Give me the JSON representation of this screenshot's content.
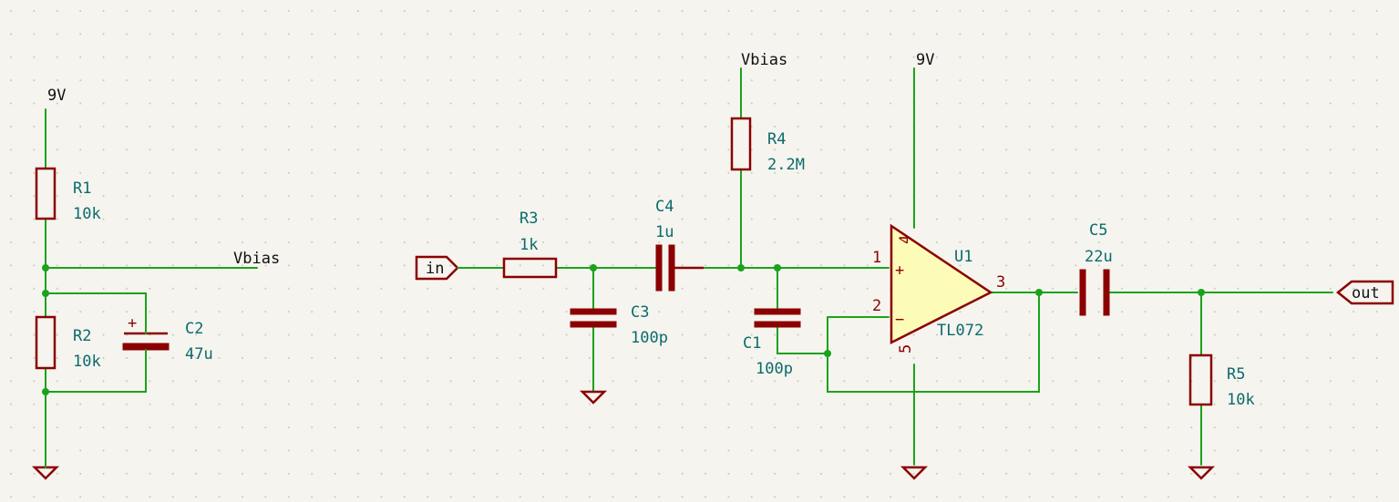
{
  "colors": {
    "background": "#f5f4ef",
    "grid_dot": "#c9c6ba",
    "wire": "#1aa31a",
    "symbol": "#8b0000",
    "opamp_fill": "#fdfbb8",
    "ref_text": "#0b6b6b",
    "net_text": "#111111",
    "pin_text": "#8b0000"
  },
  "power": {
    "left_9v": "9V",
    "top_vbias": "Vbias",
    "top_9v": "9V",
    "vbias_label": "Vbias"
  },
  "components": {
    "r1": {
      "ref": "R1",
      "value": "10k"
    },
    "r2": {
      "ref": "R2",
      "value": "10k"
    },
    "c2": {
      "ref": "C2",
      "value": "47u",
      "polarity": "+"
    },
    "r3": {
      "ref": "R3",
      "value": "1k"
    },
    "c3": {
      "ref": "C3",
      "value": "100p"
    },
    "c4": {
      "ref": "C4",
      "value": "1u"
    },
    "r4": {
      "ref": "R4",
      "value": "2.2M"
    },
    "c1": {
      "ref": "C1",
      "value": "100p"
    },
    "u1": {
      "ref": "U1",
      "value": "TL072",
      "plus": "+",
      "minus": "−"
    },
    "c5": {
      "ref": "C5",
      "value": "22u"
    },
    "r5": {
      "ref": "R5",
      "value": "10k"
    }
  },
  "pins": {
    "p1": "1",
    "p2": "2",
    "p3": "3",
    "p4": "4",
    "p5": "5"
  },
  "ports": {
    "input": "in",
    "output": "out"
  }
}
